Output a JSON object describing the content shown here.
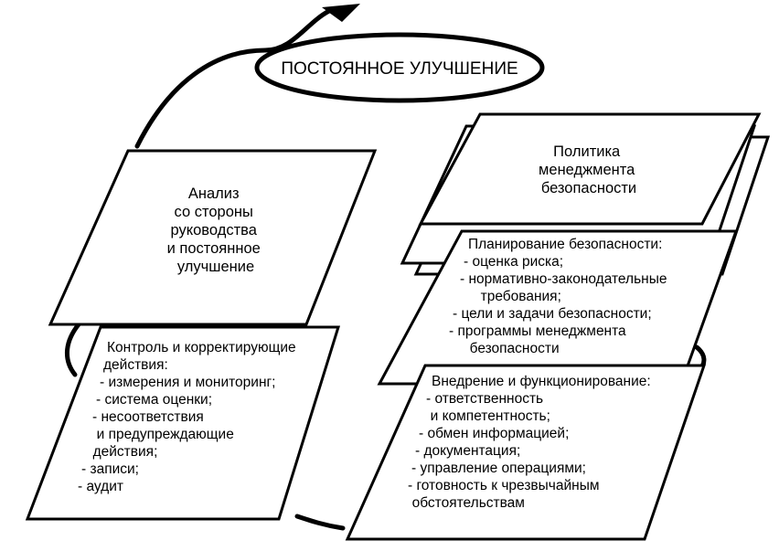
{
  "diagram": {
    "center": "ПОСТОЯННОЕ УЛУЧШЕНИЕ",
    "review": {
      "lines": [
        "Анализ",
        "со стороны",
        "руководства",
        "и постоянное",
        "улучшение"
      ]
    },
    "policy": {
      "lines": [
        "Политика",
        "менеджмента",
        "безопасности"
      ]
    },
    "planning": {
      "title": "Планирование безопасности:",
      "items": [
        "- оценка риска;",
        "- нормативно-законодательные",
        "  требования;",
        "- цели и задачи безопасности;",
        "- программы менеджмента",
        "  безопасности"
      ]
    },
    "control": {
      "title": "Контроль и корректирующие",
      "items": [
        "действия:",
        "- измерения и мониторинг;",
        "- система оценки;",
        "- несоответствия",
        "  и предупреждающие",
        "  действия;",
        "- записи;",
        "- аудит"
      ]
    },
    "implementation": {
      "title": "Внедрение и функционирование:",
      "items": [
        "- ответственность",
        "  и компетентность;",
        "- обмен информацией;",
        "- документация;",
        "- управление операциями;",
        "- готовность к чрезвычайным",
        "  обстоятельствам"
      ]
    }
  }
}
